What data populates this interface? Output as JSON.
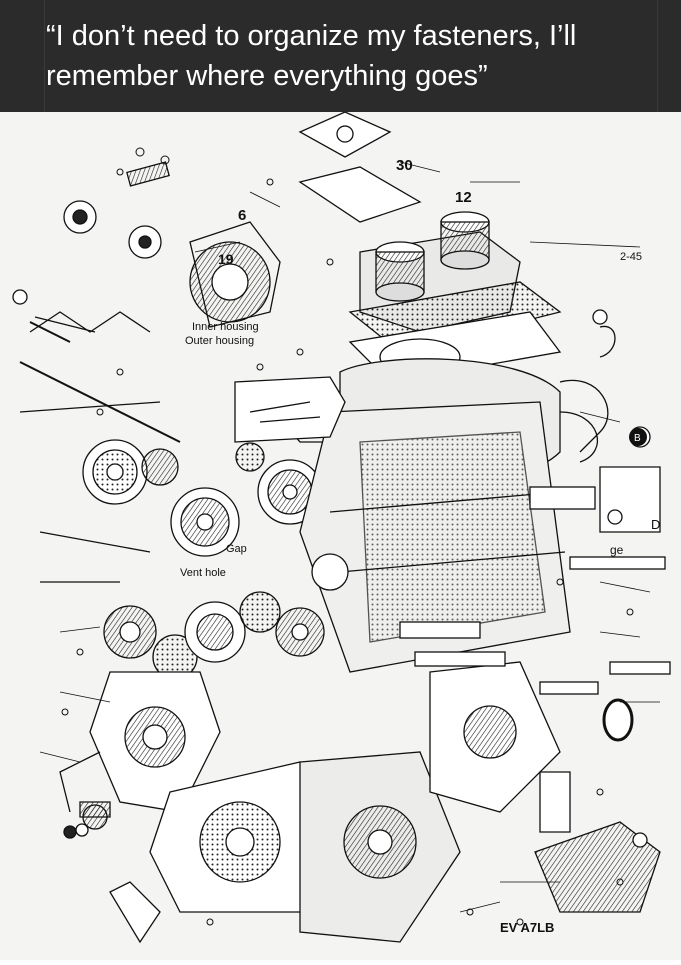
{
  "caption": {
    "line1": "“I don’t need to organize my fasteners, I’ll",
    "line2": "remember where everything goes”"
  },
  "diagram": {
    "labels": {
      "num_30": "30",
      "num_12": "12",
      "num_6": "6",
      "num_19": "19",
      "page_ref": "2-45",
      "inner_housing": "Inner housing",
      "outer_housing": "Outer housing",
      "gap": "Gap",
      "vent_hole": "Vent hole",
      "ge": "ge",
      "code": "EV A7LB",
      "b": "B",
      "d": "D"
    },
    "colors": {
      "ink": "#111111",
      "paper": "#f4f4f2",
      "caption_bg": "#2b2b2b",
      "caption_text": "#ffffff"
    }
  }
}
